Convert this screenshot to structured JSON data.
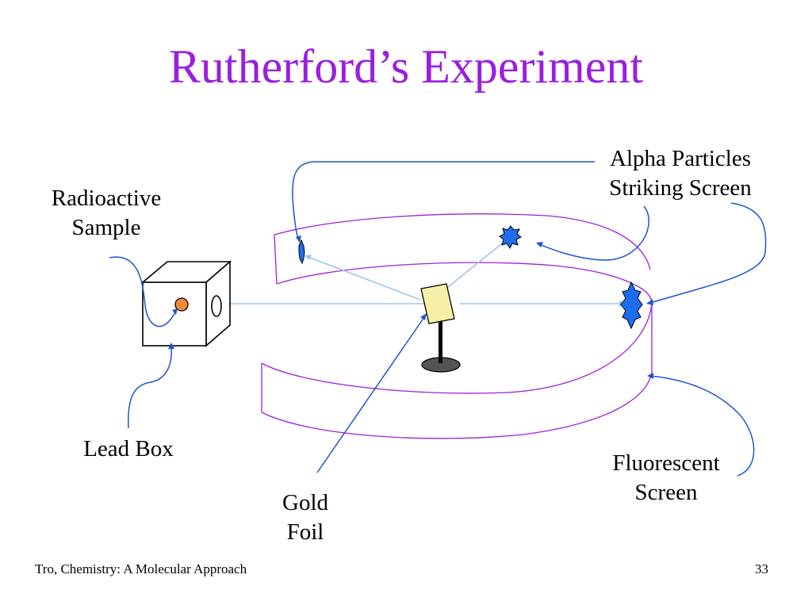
{
  "slide": {
    "title": "Rutherford’s Experiment",
    "labels": {
      "radioactive_sample": [
        "Radioactive",
        "Sample"
      ],
      "alpha_particles": [
        "Alpha Particles",
        "Striking Screen"
      ],
      "lead_box": [
        "Lead Box"
      ],
      "gold_foil": [
        "Gold",
        "Foil"
      ],
      "fluorescent_screen": [
        "Fluorescent",
        "Screen"
      ]
    },
    "footer": {
      "source": "Tro, Chemistry: A Molecular Approach",
      "page_number": "33"
    }
  },
  "colors": {
    "title": "#9a1ee0",
    "screen": "#a020d8",
    "pointer": "#1f55cf",
    "beam": "#9fc4ea",
    "flash": "#1d6df0",
    "sample": "#f08a3a",
    "foil": "#f6efa6",
    "stand": "#555555"
  }
}
